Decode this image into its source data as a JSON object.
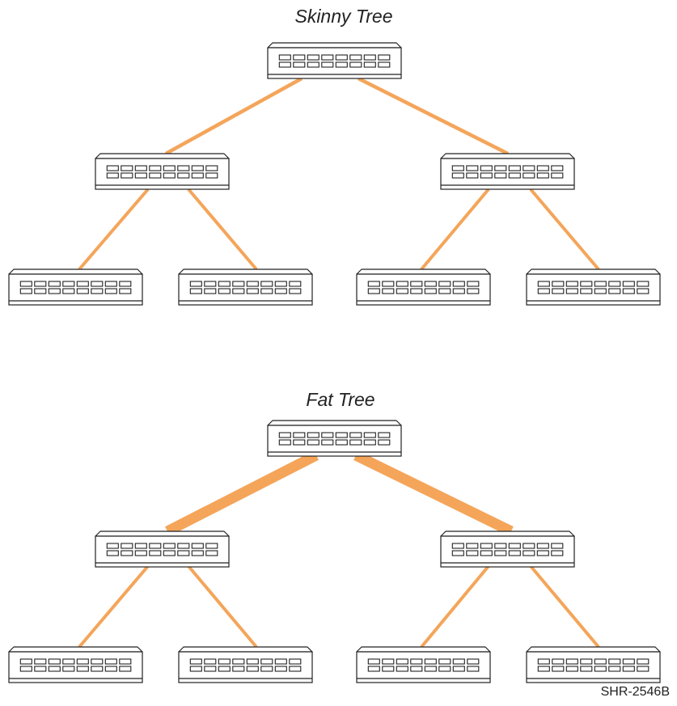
{
  "diagram": {
    "trees": [
      {
        "title": "Skinny Tree",
        "uplink": "thin"
      },
      {
        "title": "Fat Tree",
        "uplink": "thick"
      }
    ],
    "figure_id": "SHR-2546B",
    "link_color": "#f4a55a",
    "node_icon": "network-switch-icon",
    "ports_per_row": 8,
    "port_rows": 2
  }
}
